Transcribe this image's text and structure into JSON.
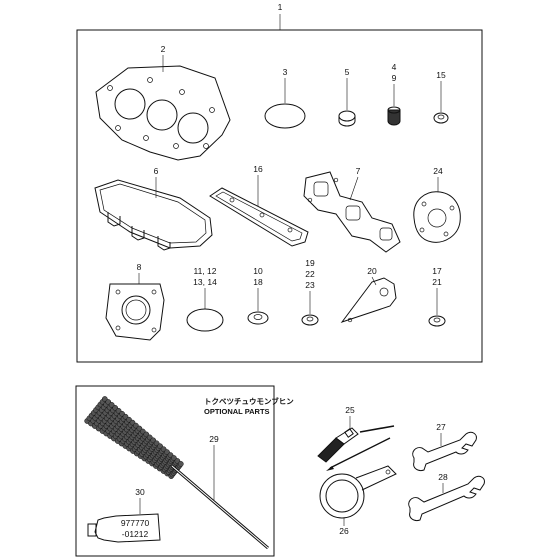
{
  "kit_label": "1",
  "optional_heading_jp": "トクベツチュウモンブヒン",
  "optional_heading_en": "OPTIONAL PARTS",
  "tube_text_line1": "977770",
  "tube_text_line2": "-01212",
  "callouts": {
    "c2": "2",
    "c3": "3",
    "c5": "5",
    "c4": "4",
    "c9": "9",
    "c15": "15",
    "c6": "6",
    "c16": "16",
    "c7": "7",
    "c24": "24",
    "c8": "8",
    "c11_12": "11, 12",
    "c13_14": "13, 14",
    "c10": "10",
    "c18": "18",
    "c19": "19",
    "c22": "22",
    "c23": "23",
    "c20": "20",
    "c17": "17",
    "c21": "21",
    "c29": "29",
    "c30": "30",
    "c25": "25",
    "c26": "26",
    "c27": "27",
    "c28": "28"
  }
}
